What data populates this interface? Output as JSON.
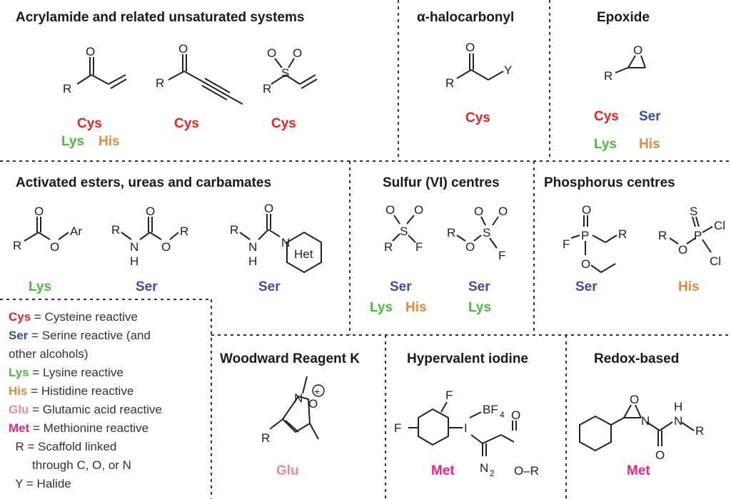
{
  "colors": {
    "Cys": "#e52421",
    "Ser": "#3a4ea0",
    "Lys": "#4dbb3f",
    "His": "#e08a3c",
    "Glu": "#f08a8a",
    "Met": "#e8287a"
  },
  "panels": {
    "acrylamide": {
      "title": "Acrylamide and related unsaturated systems",
      "labels": [
        {
          "t": "Cys",
          "c": "Cys"
        },
        {
          "t": "Lys",
          "c": "Lys"
        },
        {
          "t": "His",
          "c": "His"
        },
        {
          "t": "Cys",
          "c": "Cys"
        },
        {
          "t": "Cys",
          "c": "Cys"
        }
      ]
    },
    "halocarbonyl": {
      "title": "α-halocarbonyl",
      "labels": [
        {
          "t": "Cys",
          "c": "Cys"
        }
      ]
    },
    "epoxide": {
      "title": "Epoxide",
      "labels": [
        {
          "t": "Cys",
          "c": "Cys"
        },
        {
          "t": "Ser",
          "c": "Ser"
        },
        {
          "t": "Lys",
          "c": "Lys"
        },
        {
          "t": "His",
          "c": "His"
        }
      ]
    },
    "esters": {
      "title": "Activated esters, ureas and carbamates",
      "labels": [
        {
          "t": "Lys",
          "c": "Lys"
        },
        {
          "t": "Ser",
          "c": "Ser"
        },
        {
          "t": "Ser",
          "c": "Ser"
        }
      ]
    },
    "sulfur": {
      "title": "Sulfur (VI) centres",
      "labels": [
        {
          "t": "Ser",
          "c": "Ser"
        },
        {
          "t": "Lys",
          "c": "Lys"
        },
        {
          "t": "His",
          "c": "His"
        },
        {
          "t": "Ser",
          "c": "Ser"
        },
        {
          "t": "Lys",
          "c": "Lys"
        }
      ]
    },
    "phosphorus": {
      "title": "Phosphorus centres",
      "labels": [
        {
          "t": "Ser",
          "c": "Ser"
        },
        {
          "t": "His",
          "c": "His"
        }
      ]
    },
    "woodward": {
      "title": "Woodward Reagent K",
      "labels": [
        {
          "t": "Glu",
          "c": "Glu"
        }
      ]
    },
    "iodine": {
      "title": "Hypervalent iodine",
      "labels": [
        {
          "t": "Met",
          "c": "Met"
        }
      ]
    },
    "redox": {
      "title": "Redox-based",
      "labels": [
        {
          "t": "Met",
          "c": "Met"
        }
      ]
    }
  },
  "legend": [
    {
      "key": "Cys",
      "c": "Cys",
      "text": " = Cysteine reactive"
    },
    {
      "key": "Ser",
      "c": "Ser",
      "text": " = Serine reactive (and"
    },
    {
      "key": "",
      "c": "",
      "text": "other alcohols)"
    },
    {
      "key": "Lys",
      "c": "Lys",
      "text": " = Lysine reactive"
    },
    {
      "key": "His",
      "c": "His",
      "text": " = Histidine reactive"
    },
    {
      "key": "Glu",
      "c": "Glu",
      "text": " = Glutamic acid reactive"
    },
    {
      "key": "Met",
      "c": "Met",
      "text": " = Methionine reactive"
    },
    {
      "key": "",
      "c": "",
      "text": "  R = Scaffold linked"
    },
    {
      "key": "",
      "c": "",
      "text": "       through C, O, or N"
    },
    {
      "key": "",
      "c": "",
      "text": "  Y = Halide"
    }
  ]
}
